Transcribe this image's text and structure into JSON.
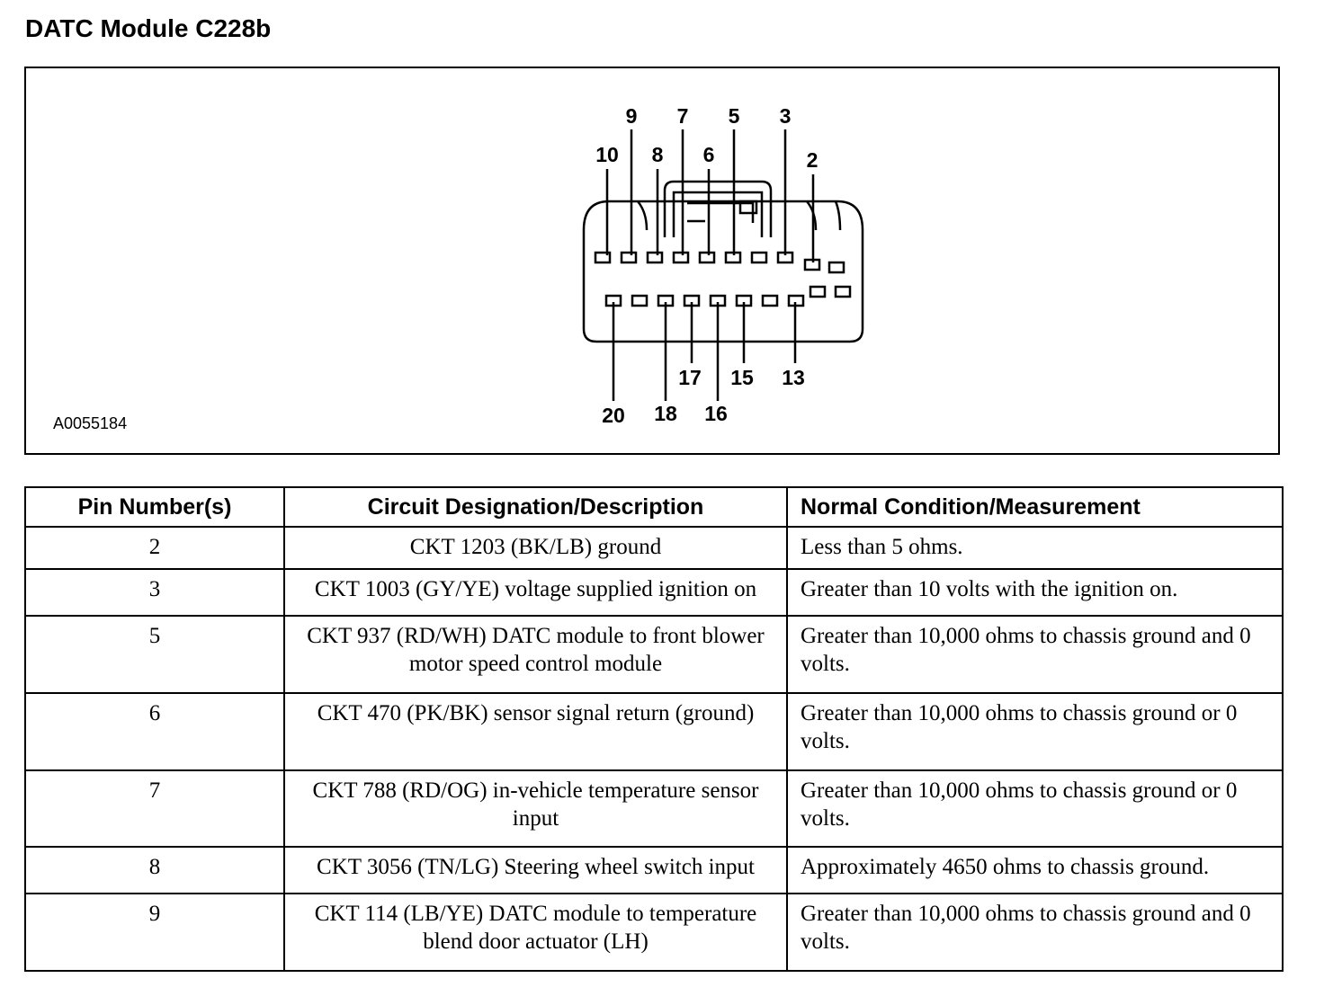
{
  "title": "DATC Module C228b",
  "diagram": {
    "figure_id": "A0055184",
    "top_pins": [
      "10",
      "9",
      "8",
      "7",
      "6",
      "5",
      "3",
      "2"
    ],
    "bottom_pins": [
      "20",
      "18",
      "17",
      "16",
      "15",
      "13"
    ]
  },
  "table": {
    "headers": [
      "Pin Number(s)",
      "Circuit Designation/Description",
      "Normal Condition/Measurement"
    ],
    "rows": [
      {
        "pin": "2",
        "circuit": "CKT 1203 (BK/LB) ground",
        "condition": "Less than 5 ohms."
      },
      {
        "pin": "3",
        "circuit": "CKT 1003 (GY/YE) voltage supplied ignition on",
        "condition": "Greater than 10 volts with the ignition on."
      },
      {
        "pin": "5",
        "circuit": "CKT 937 (RD/WH) DATC module to front blower motor speed control module",
        "condition": "Greater than 10,000 ohms to chassis ground and 0 volts."
      },
      {
        "pin": "6",
        "circuit": "CKT 470 (PK/BK) sensor signal return (ground)",
        "condition": "Greater than 10,000 ohms to chassis ground or 0 volts."
      },
      {
        "pin": "7",
        "circuit": "CKT 788 (RD/OG) in-vehicle temperature sensor input",
        "condition": "Greater than 10,000 ohms to chassis ground or 0 volts."
      },
      {
        "pin": "8",
        "circuit": "CKT 3056 (TN/LG) Steering wheel switch input",
        "condition": "Approximately 4650 ohms to chassis ground."
      },
      {
        "pin": "9",
        "circuit": "CKT 114 (LB/YE) DATC module to temperature blend door actuator (LH)",
        "condition": "Greater than 10,000 ohms to chassis ground and 0 volts."
      }
    ]
  }
}
